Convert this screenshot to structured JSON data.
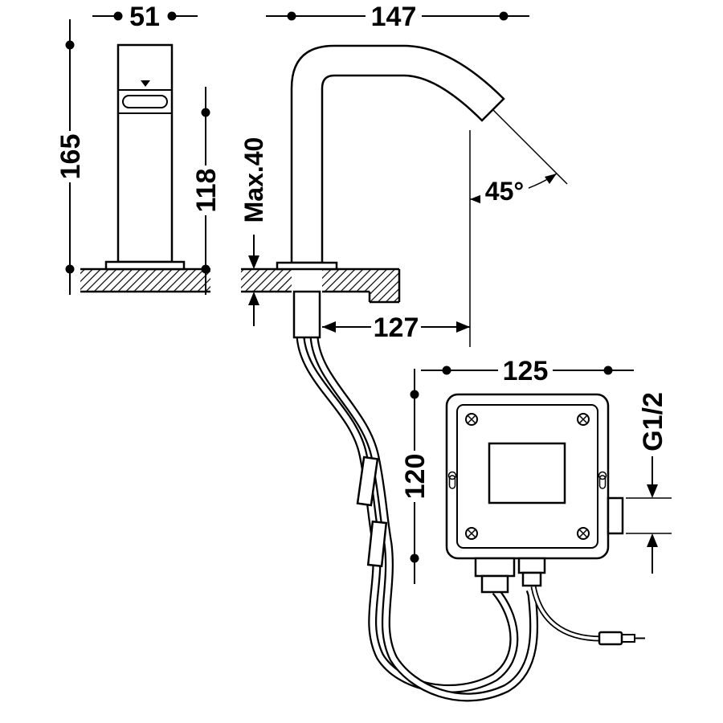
{
  "colors": {
    "background": "#ffffff",
    "ink": "#000000"
  },
  "views": {
    "side": {
      "width": "51",
      "height": "165",
      "sensor_height": "118"
    },
    "front": {
      "reach": "147",
      "max_deck_thickness": "Max.40",
      "outlet_angle": "45°",
      "outlet_offset": "127"
    },
    "control_box": {
      "width": "125",
      "height": "120",
      "connection_thread": "G1/2"
    }
  }
}
